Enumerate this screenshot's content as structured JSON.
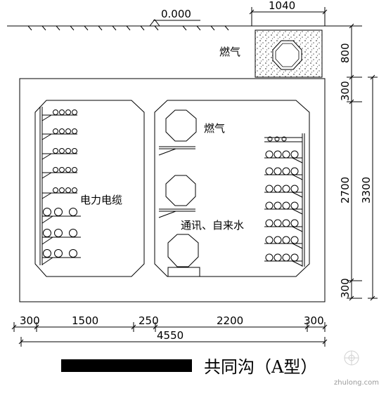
{
  "ground_level": "0.000",
  "labels": {
    "gas_top": "燃气",
    "power_cable": "电力电缆",
    "gas_inner": "燃气",
    "telecom_water": "通讯、自来水"
  },
  "dimensions": {
    "gas_width": "1040",
    "cover_depth": "800",
    "top_slab": "300",
    "inner_height": "2700",
    "bottom_slab": "300",
    "total_height": "3300",
    "bottom": [
      "300",
      "1500",
      "250",
      "2200",
      "300"
    ],
    "total_width": "4550"
  },
  "title": "共同沟（A型）",
  "watermark": "zhulong.com"
}
